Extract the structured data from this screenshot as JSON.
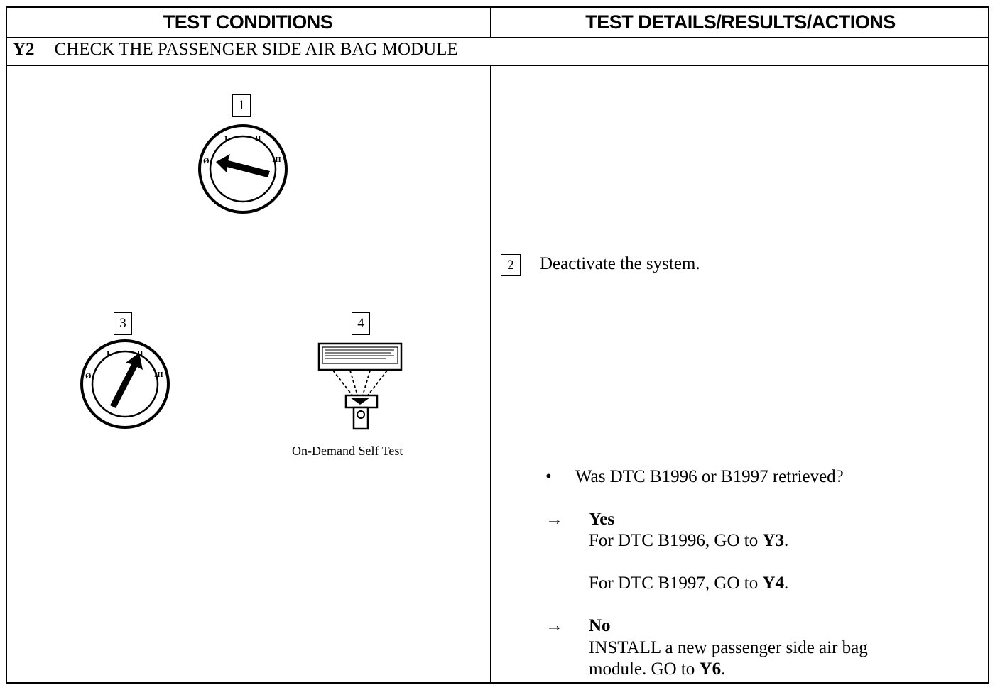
{
  "header": {
    "left": "TEST CONDITIONS",
    "right": "TEST DETAILS/RESULTS/ACTIONS"
  },
  "section": {
    "code": "Y2",
    "title": "CHECK THE PASSENGER SIDE AIR BAG MODULE"
  },
  "figures": {
    "step1_label": "1",
    "step3_label": "3",
    "step4_label": "4",
    "step4_caption": "On-Demand Self Test",
    "dial_marks": {
      "off": "Ø",
      "one": "I",
      "two": "II",
      "three": "III"
    }
  },
  "details": {
    "step2_label": "2",
    "step2_text": "Deactivate the system.",
    "bullet": "•",
    "question": "Was DTC B1996 or B1997 retrieved?",
    "arrow": "→",
    "yes_label": "Yes",
    "yes_line1_prefix": "For DTC B1996, GO to ",
    "yes_line1_target": "Y3",
    "yes_line1_suffix": ".",
    "yes_line2_prefix": "For DTC B1997, GO to ",
    "yes_line2_target": "Y4",
    "yes_line2_suffix": ".",
    "no_label": "No",
    "no_line1": "INSTALL a new passenger side air bag",
    "no_line2_prefix": "module. GO to ",
    "no_line2_target": "Y6",
    "no_line2_suffix": "."
  }
}
